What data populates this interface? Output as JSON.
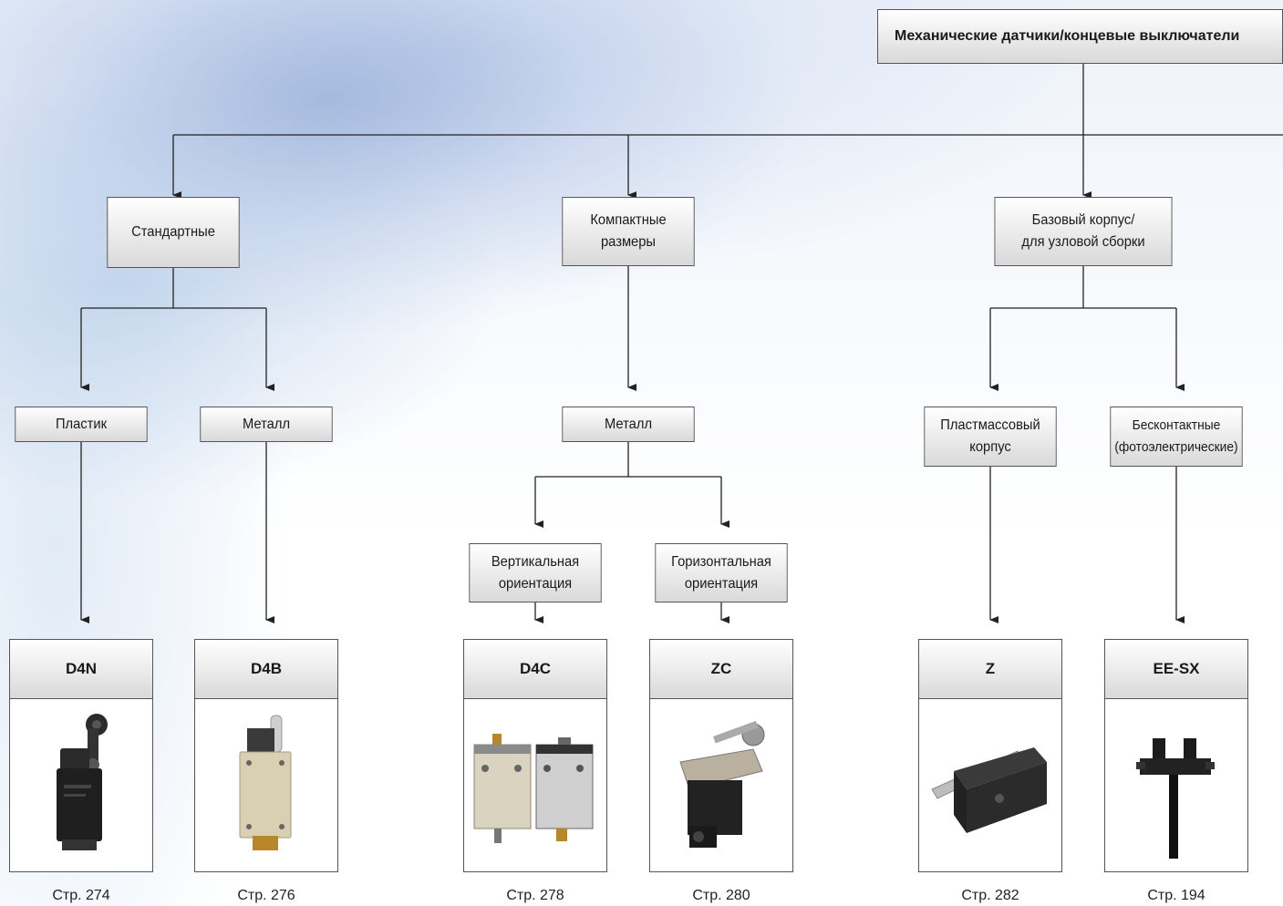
{
  "root": {
    "label": "Механические датчики/концевые выключатели"
  },
  "categories": [
    {
      "id": "standard",
      "label": "Стандартные"
    },
    {
      "id": "compact",
      "label_line1": "Компактные",
      "label_line2": "размеры"
    },
    {
      "id": "basic",
      "label_line1": "Базовый корпус/",
      "label_line2": "для узловой сборки"
    }
  ],
  "subcategories": {
    "plastic": "Пластик",
    "metal_std": "Металл",
    "metal_compact": "Металл",
    "plastic_case_line1": "Пластмассовый",
    "plastic_case_line2": "корпус",
    "contactless_line1": "Бесконтактные",
    "contactless_line2": "(фотоэлектрические)",
    "vertical_line1": "Вертикальная",
    "vertical_line2": "ориентация",
    "horizontal_line1": "Горизонтальная",
    "horizontal_line2": "ориентация"
  },
  "products": [
    {
      "name": "D4N",
      "page": "Стр. 274",
      "icon": "plastic-limit-switch-roller-lever"
    },
    {
      "name": "D4B",
      "page": "Стр. 276",
      "icon": "metal-limit-switch-roller-lever"
    },
    {
      "name": "D4C",
      "page": "Стр. 278",
      "icon": "compact-limit-switch-plunger"
    },
    {
      "name": "ZC",
      "page": "Стр. 280",
      "icon": "horizontal-limit-switch-roller"
    },
    {
      "name": "Z",
      "page": "Стр. 282",
      "icon": "basic-switch-lever"
    },
    {
      "name": "EE-SX",
      "page": "Стр. 194",
      "icon": "slot-photo-microsensor"
    }
  ],
  "colors": {
    "box_border": "#555555",
    "box_top": "#ffffff",
    "box_bottom": "#d9d9d9",
    "connector": "#222222"
  }
}
